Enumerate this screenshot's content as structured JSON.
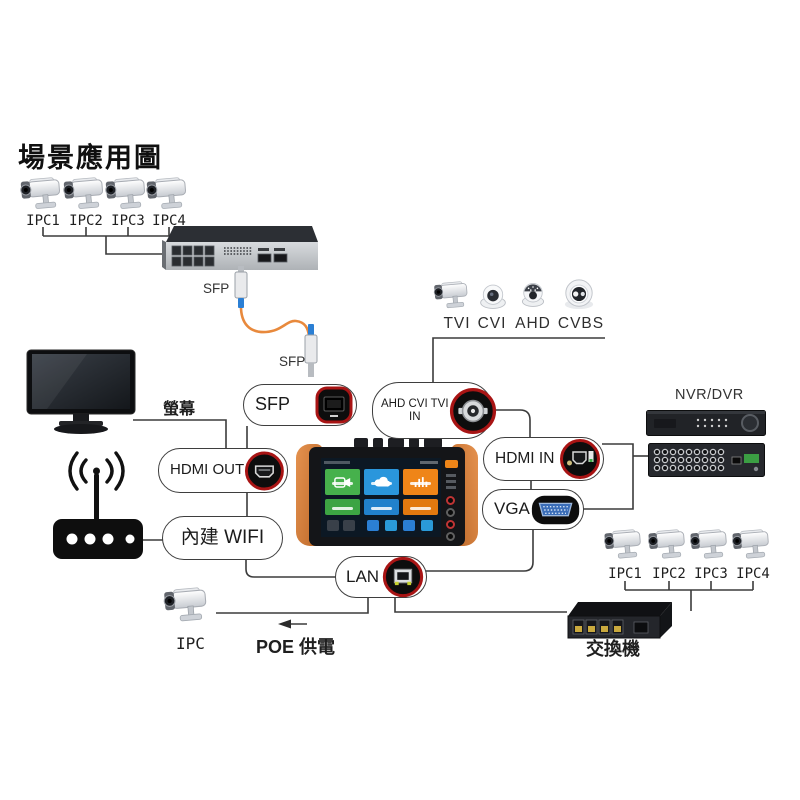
{
  "title": "場景應用圖",
  "colors": {
    "accent_red": "#a81414",
    "fiber_orange": "#e8893c",
    "grip_orange": "#d2772f",
    "tile_green": "#46b14c",
    "tile_blue": "#2a96dc",
    "tile_orange": "#ef8518",
    "port_yellow": "#c6d22e"
  },
  "top_left_group": {
    "camera_labels": [
      "IPC1",
      "IPC2",
      "IPC3",
      "IPC4"
    ],
    "sfp_module_label_upper": "SFP",
    "sfp_module_label_lower": "SFP"
  },
  "analog_group": {
    "camera_labels": [
      "TVI",
      "CVI",
      "AHD",
      "CVBS"
    ]
  },
  "tester_ports": {
    "sfp": "SFP",
    "ahd_line1": "AHD CVI TVI",
    "ahd_line2": "IN",
    "hdmi_out": "HDMI OUT",
    "builtin_wifi": "內建 WIFI",
    "hdmi_in": "HDMI IN",
    "vga": "VGA",
    "lan": "LAN"
  },
  "left_side": {
    "monitor_label": "螢幕"
  },
  "right_side": {
    "nvr_label": "NVR/DVR",
    "camera_labels": [
      "IPC1",
      "IPC2",
      "IPC3",
      "IPC4"
    ],
    "switch_label": "交換機"
  },
  "bottom": {
    "ipc_label": "IPC",
    "poe_label": "POE 供電"
  }
}
